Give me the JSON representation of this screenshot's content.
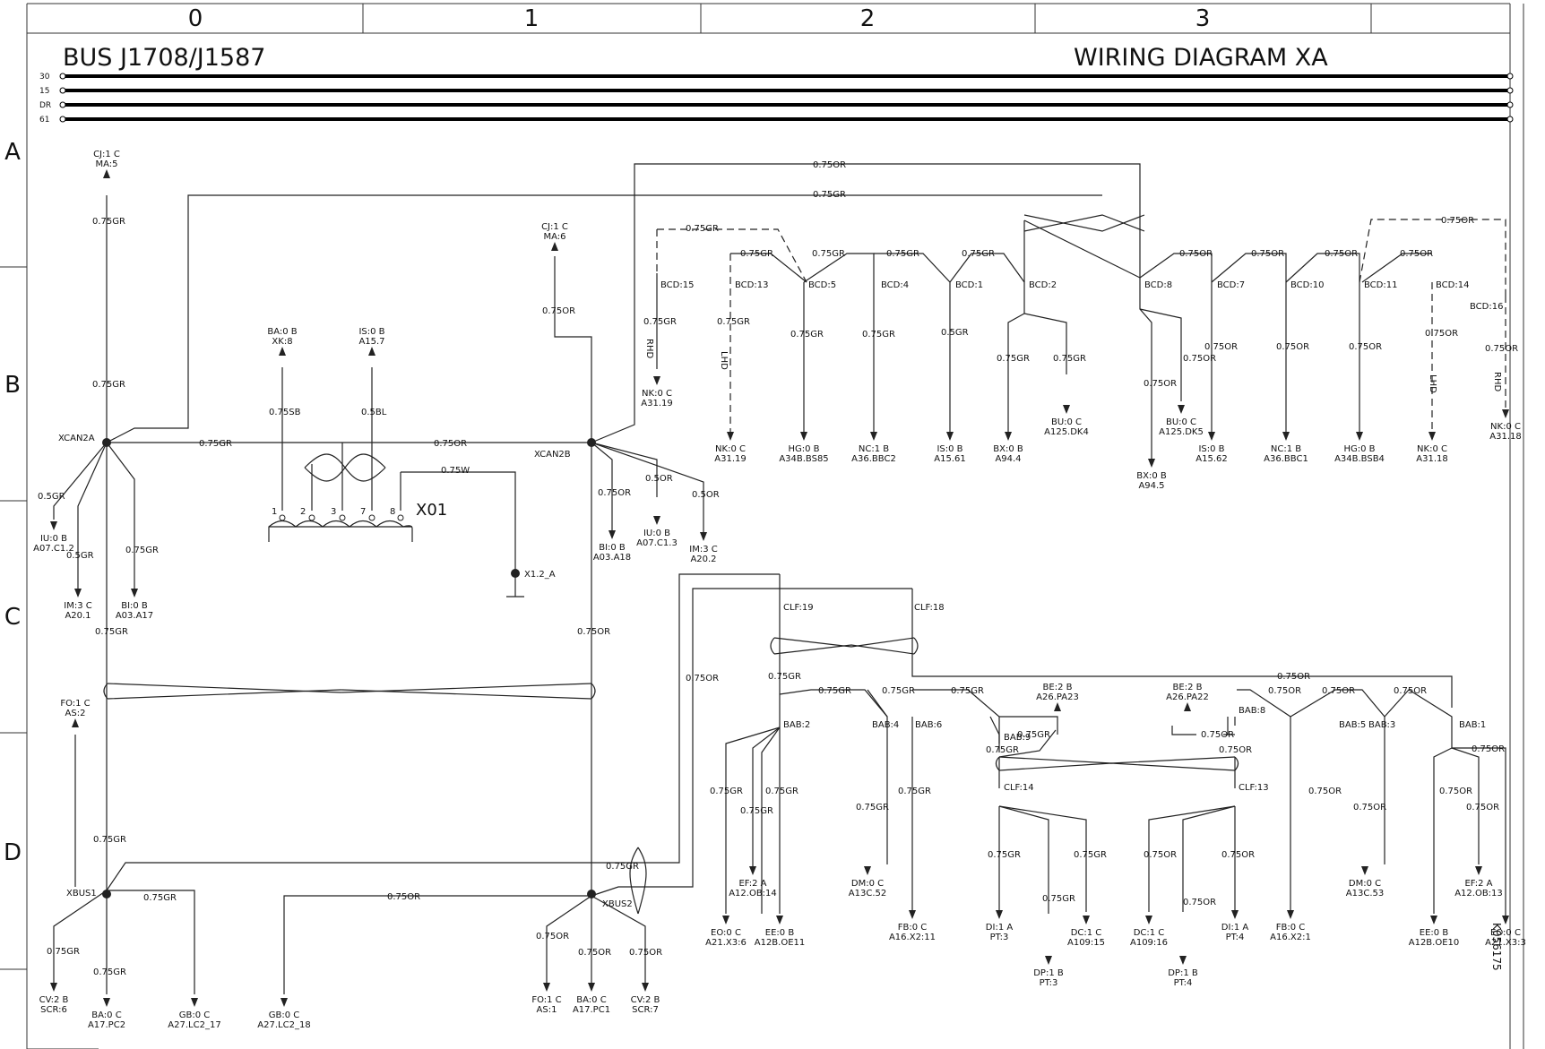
{
  "header": {
    "title_left": "BUS J1708/J1587",
    "title_right": "WIRING DIAGRAM XA"
  },
  "columns": [
    "0",
    "1",
    "2",
    "3"
  ],
  "rows": [
    "A",
    "B",
    "C",
    "D"
  ],
  "bus_lines": [
    "30",
    "15",
    "DR",
    "61"
  ],
  "connector": {
    "name": "X01",
    "pins": [
      "1",
      "2",
      "3",
      "7",
      "8"
    ]
  },
  "ground": "X1.2_A",
  "splice_points": [
    "XCAN2A",
    "XCAN2B",
    "XBUS1",
    "XBUS2"
  ],
  "nodes": [
    {
      "id": "n1",
      "l1": "CJ:1 C",
      "l2": "MA:5",
      "dir": "up"
    },
    {
      "id": "n2",
      "l1": "CJ:1 C",
      "l2": "MA:6",
      "dir": "up"
    },
    {
      "id": "n3",
      "l1": "BA:0 B",
      "l2": "XK:8",
      "dir": "up"
    },
    {
      "id": "n4",
      "l1": "IS:0 B",
      "l2": "A15.7",
      "dir": "up"
    },
    {
      "id": "n5",
      "l1": "IU:0 B",
      "l2": "A07.C1.2",
      "dir": "down"
    },
    {
      "id": "n6",
      "l1": "IM:3 C",
      "l2": "A20.1",
      "dir": "down"
    },
    {
      "id": "n7",
      "l1": "BI:0 B",
      "l2": "A03.A17",
      "dir": "down"
    },
    {
      "id": "n8",
      "l1": "BI:0 B",
      "l2": "A03.A18",
      "dir": "down"
    },
    {
      "id": "n9",
      "l1": "IU:0 B",
      "l2": "A07.C1.3",
      "dir": "down"
    },
    {
      "id": "n10",
      "l1": "IM:3 C",
      "l2": "A20.2",
      "dir": "down"
    },
    {
      "id": "n11",
      "l1": "NK:0 C",
      "l2": "A31.19",
      "dir": "down"
    },
    {
      "id": "n12",
      "l1": "NK:0 C",
      "l2": "A31.19",
      "dir": "down"
    },
    {
      "id": "n13",
      "l1": "HG:0 B",
      "l2": "A34B.BS85",
      "dir": "down"
    },
    {
      "id": "n14",
      "l1": "NC:1 B",
      "l2": "A36.BBC2",
      "dir": "down"
    },
    {
      "id": "n15",
      "l1": "IS:0 B",
      "l2": "A15.61",
      "dir": "down"
    },
    {
      "id": "n16",
      "l1": "BX:0 B",
      "l2": "A94.4",
      "dir": "down"
    },
    {
      "id": "n17",
      "l1": "BU:0 C",
      "l2": "A125.DK4",
      "dir": "down"
    },
    {
      "id": "n18",
      "l1": "BU:0 C",
      "l2": "A125.DK5",
      "dir": "down"
    },
    {
      "id": "n19",
      "l1": "BX:0 B",
      "l2": "A94.5",
      "dir": "down"
    },
    {
      "id": "n20",
      "l1": "IS:0 B",
      "l2": "A15.62",
      "dir": "down"
    },
    {
      "id": "n21",
      "l1": "NC:1 B",
      "l2": "A36.BBC1",
      "dir": "down"
    },
    {
      "id": "n22",
      "l1": "HG:0 B",
      "l2": "A34B.BSB4",
      "dir": "down"
    },
    {
      "id": "n23",
      "l1": "NK:0 C",
      "l2": "A31.18",
      "dir": "down"
    },
    {
      "id": "n24",
      "l1": "NK:0 C",
      "l2": "A31.18",
      "dir": "down"
    },
    {
      "id": "n25",
      "l1": "FO:1 C",
      "l2": "AS:2",
      "dir": "up"
    },
    {
      "id": "n26",
      "l1": "CV:2 B",
      "l2": "SCR:6",
      "dir": "down"
    },
    {
      "id": "n27",
      "l1": "BA:0 C",
      "l2": "A17.PC2",
      "dir": "down"
    },
    {
      "id": "n28",
      "l1": "GB:0 C",
      "l2": "A27.LC2_17",
      "dir": "down"
    },
    {
      "id": "n29",
      "l1": "GB:0 C",
      "l2": "A27.LC2_18",
      "dir": "down"
    },
    {
      "id": "n30",
      "l1": "FO:1 C",
      "l2": "AS:1",
      "dir": "down"
    },
    {
      "id": "n31",
      "l1": "BA:0 C",
      "l2": "A17.PC1",
      "dir": "down"
    },
    {
      "id": "n32",
      "l1": "CV:2 B",
      "l2": "SCR:7",
      "dir": "down"
    },
    {
      "id": "n33",
      "l1": "EF:2 A",
      "l2": "A12.OB:14",
      "dir": "down"
    },
    {
      "id": "n34",
      "l1": "EO:0 C",
      "l2": "A21.X3:6",
      "dir": "down"
    },
    {
      "id": "n35",
      "l1": "EE:0 B",
      "l2": "A12B.OE11",
      "dir": "down"
    },
    {
      "id": "n36",
      "l1": "DM:0 C",
      "l2": "A13C.52",
      "dir": "down"
    },
    {
      "id": "n37",
      "l1": "FB:0 C",
      "l2": "A16.X2:11",
      "dir": "down"
    },
    {
      "id": "n38",
      "l1": "BE:2 B",
      "l2": "A26.PA23",
      "dir": "up"
    },
    {
      "id": "n39",
      "l1": "BE:2 B",
      "l2": "A26.PA22",
      "dir": "up"
    },
    {
      "id": "n40",
      "l1": "DI:1 A",
      "l2": "PT:3",
      "dir": "down"
    },
    {
      "id": "n41",
      "l1": "DP:1 B",
      "l2": "PT:3",
      "dir": "down"
    },
    {
      "id": "n42",
      "l1": "DC:1 C",
      "l2": "A109:15",
      "dir": "down"
    },
    {
      "id": "n43",
      "l1": "DC:1 C",
      "l2": "A109:16",
      "dir": "down"
    },
    {
      "id": "n44",
      "l1": "DP:1 B",
      "l2": "PT:4",
      "dir": "down"
    },
    {
      "id": "n45",
      "l1": "DI:1 A",
      "l2": "PT:4",
      "dir": "down"
    },
    {
      "id": "n46",
      "l1": "FB:0 C",
      "l2": "A16.X2:1",
      "dir": "down"
    },
    {
      "id": "n47",
      "l1": "DM:0 C",
      "l2": "A13C.53",
      "dir": "down"
    },
    {
      "id": "n48",
      "l1": "EF:2 A",
      "l2": "A12.OB:13",
      "dir": "down"
    },
    {
      "id": "n49",
      "l1": "EE:0 B",
      "l2": "A12B.OE10",
      "dir": "down"
    },
    {
      "id": "n50",
      "l1": "EO:0 C",
      "l2": "A21.X3:3",
      "dir": "down"
    }
  ],
  "pin_labels": [
    "BCD:15",
    "BCD:13",
    "BCD:5",
    "BCD:4",
    "BCD:1",
    "BCD:2",
    "BCD:8",
    "BCD:7",
    "BCD:10",
    "BCD:11",
    "BCD:14",
    "BCD:16",
    "CLF:19",
    "CLF:18",
    "CLF:14",
    "CLF:13",
    "BAB:2",
    "BAB:4",
    "BAB:6",
    "BAB:9",
    "BAB:8",
    "BAB:5",
    "BAB:3",
    "BAB:1"
  ],
  "wire_labels": {
    "gr": "0.75GR",
    "or": "0.75OR",
    "gr05": "0.5GR",
    "or05": "0.5OR",
    "sb": "0.75SB",
    "bl": "0.5BL",
    "w": "0.75W"
  },
  "variant_labels": {
    "rhd": "RHD",
    "lhd": "LHD"
  },
  "doc_id": "K056175"
}
